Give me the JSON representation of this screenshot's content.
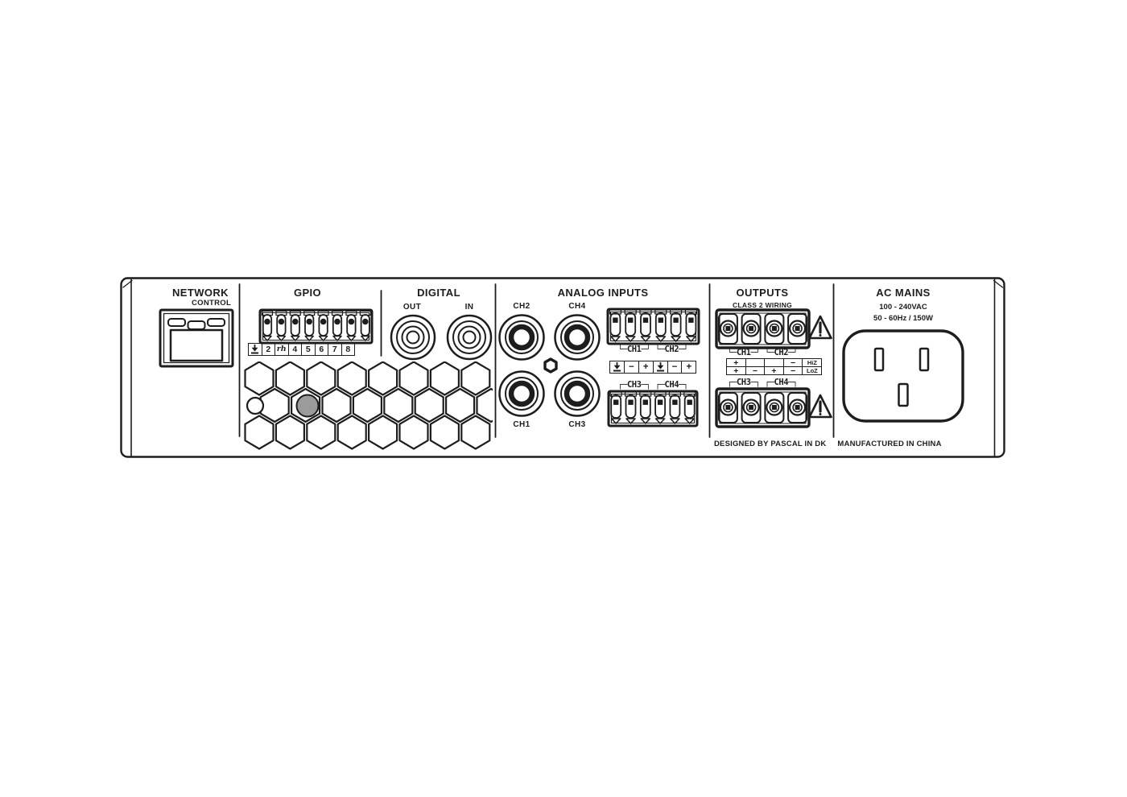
{
  "network": {
    "title": "NETWORK",
    "subtitle": "CONTROL"
  },
  "gpio": {
    "title": "GPIO",
    "pins": [
      "ground",
      "2",
      "rh",
      "4",
      "5",
      "6",
      "7",
      "8"
    ]
  },
  "digital": {
    "title": "DIGITAL",
    "out_label": "OUT",
    "in_label": "IN"
  },
  "analog": {
    "title": "ANALOG INPUTS",
    "rca": {
      "ch1": "CH1",
      "ch2": "CH2",
      "ch3": "CH3",
      "ch4": "CH4"
    },
    "ch12_bracket": "└─CH1─┘ └─CH2─┘",
    "ch34_bracket": "┌─CH3─┐ ┌─CH4─┐",
    "symbols": [
      "ground",
      "−",
      "+",
      "ground",
      "−",
      "+"
    ]
  },
  "outputs": {
    "title": "OUTPUTS",
    "wiring": "CLASS 2 WIRING",
    "ch12_bracket": "└─CH1─┘ └─CH2─┘",
    "ch34_bracket": "┌─CH3─┐ ┌─CH4─┐",
    "impedance_table": {
      "rows": [
        {
          "cells": [
            "+",
            "",
            "",
            "−"
          ],
          "label": "HiZ"
        },
        {
          "cells": [
            "+",
            "−",
            "+",
            "−"
          ],
          "label": "LoZ"
        }
      ]
    }
  },
  "ac": {
    "title": "AC MAINS",
    "voltage": "100 - 240VAC",
    "frequency": "50 - 60Hz / 150W"
  },
  "footer": {
    "designed": "DESIGNED BY PASCAL IN DK",
    "manufactured": "MANUFACTURED IN CHINA"
  },
  "colors": {
    "line": "#1d1d1d",
    "vent_dot": "#9b9b9b",
    "background": "#ffffff"
  },
  "icons": {
    "ground": "down-arrow-to-bar",
    "warning": "triangle-exclamation",
    "rj45": "ethernet-port",
    "rca": "rca-connector",
    "iec_inlet": "iec-c14-power-inlet",
    "vent": "honeycomb-grille"
  }
}
